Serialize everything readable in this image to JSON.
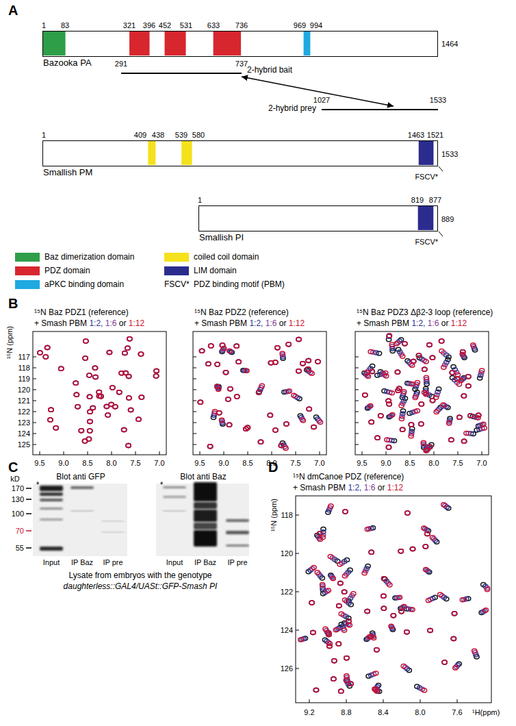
{
  "diagram": {
    "nodes": [
      {
        "text": [
          "Bazooka PA"
        ]
      },
      {
        "text": [
          "291",
          "737",
          "2-hybrid bait"
        ]
      },
      {
        "text": [
          "2-hybrid prey",
          "1027",
          "1533"
        ]
      },
      {
        "text": [
          "Smallish PM"
        ]
      },
      {
        "text": [
          "Smallish PI"
        ]
      }
    ],
    "edges": [
      {
        "from": 1,
        "to": 2,
        "arrow": "both"
      }
    ],
    "labels": [
      "A",
      "1",
      "83",
      "321",
      "396",
      "452",
      "531",
      "633",
      "736",
      "969",
      "994",
      "1464",
      "1",
      "409",
      "438",
      "539",
      "580",
      "1463",
      "1521",
      "1533",
      "FSCV*",
      "1",
      "819",
      "877",
      "889",
      "FSCV*",
      "FSCV*",
      "PDZ binding motif (PBM)",
      "B",
      "¹⁵N Baz PDZ1 (reference)",
      "+ Smash PBM",
      "1:2,",
      "1:6",
      "or",
      "1:12",
      "¹⁵N (ppm)",
      "117",
      "118",
      "119",
      "120",
      "121",
      "122",
      "123",
      "124",
      "125",
      "9.5",
      "9.0",
      "8.5",
      "8.0",
      "7.5",
      "7.0",
      "¹⁵N Baz PDZ2 (reference)",
      "+ Smash PBM",
      "1:2,",
      "1:6",
      "or",
      "1:12",
      "9.5",
      "9.0",
      "8.5",
      "8.0",
      "7.5",
      "7.0",
      "¹⁵N Baz PDZ3 Δβ2-3 loop (reference)",
      "+ Smash PBM",
      "1:2,",
      "1:6",
      "or",
      "1:12",
      "9.5",
      "9.0",
      "8.5",
      "8.0",
      "7.5",
      "7.0",
      "C",
      "Blot anti GFP",
      "Blot anti Baz",
      "kD",
      "170",
      "130",
      "100",
      "70",
      "55",
      "*",
      "*",
      "Input",
      "IP Baz",
      "IP pre",
      "Input",
      "IP Baz",
      "IP pre",
      "Lysate from embryos with the genotype",
      "daughterless::GAL4/UASt::GFP-Smash PI",
      "D",
      "¹⁵N dmCanoe PDZ (reference)",
      "+ Smash PBM",
      "1:2,",
      "1:6",
      "or",
      "1:12",
      "¹⁵N (ppm)",
      "118",
      "120",
      "122",
      "124",
      "126",
      "9.2",
      "8.8",
      "8.4",
      "8.0",
      "7.6",
      "¹H(ppm)"
    ],
    "legend": [
      {
        "text": "Baz dimerization domain",
        "color": "#2e9e48"
      },
      {
        "text": "coiled coil domain",
        "color": "#f5e11c"
      },
      {
        "text": "PDZ domain",
        "color": "#d7262e"
      },
      {
        "text": "LIM domain",
        "color": "#2b2c8e"
      },
      {
        "text": "aPKC binding domain",
        "color": "#1fa9e1"
      }
    ]
  }
}
